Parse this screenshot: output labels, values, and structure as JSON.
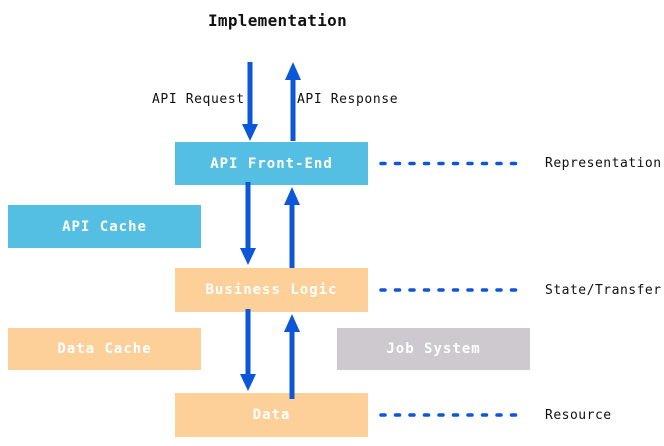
{
  "title": "Implementation",
  "flow_labels": {
    "request": "API Request",
    "response": "API Response"
  },
  "boxes": {
    "api_front_end": "API Front-End",
    "api_cache": "API Cache",
    "business_logic": "Business Logic",
    "data_cache": "Data Cache",
    "job_system": "Job System",
    "data": "Data"
  },
  "layer_labels": {
    "representation": "Representation",
    "state_transfer": "State/Transfer",
    "resource": "Resource"
  },
  "icons": {
    "down_arrow": "down-arrow",
    "up_arrow": "up-arrow",
    "dashed_line": "dashed-leader-line"
  },
  "colors": {
    "cyan": "#55BFE3",
    "orange": "#FDD09A",
    "gray": "#CDC9CE",
    "blue": "#0B57D8",
    "text": "#111111",
    "box_text": "#FFFFFF"
  }
}
